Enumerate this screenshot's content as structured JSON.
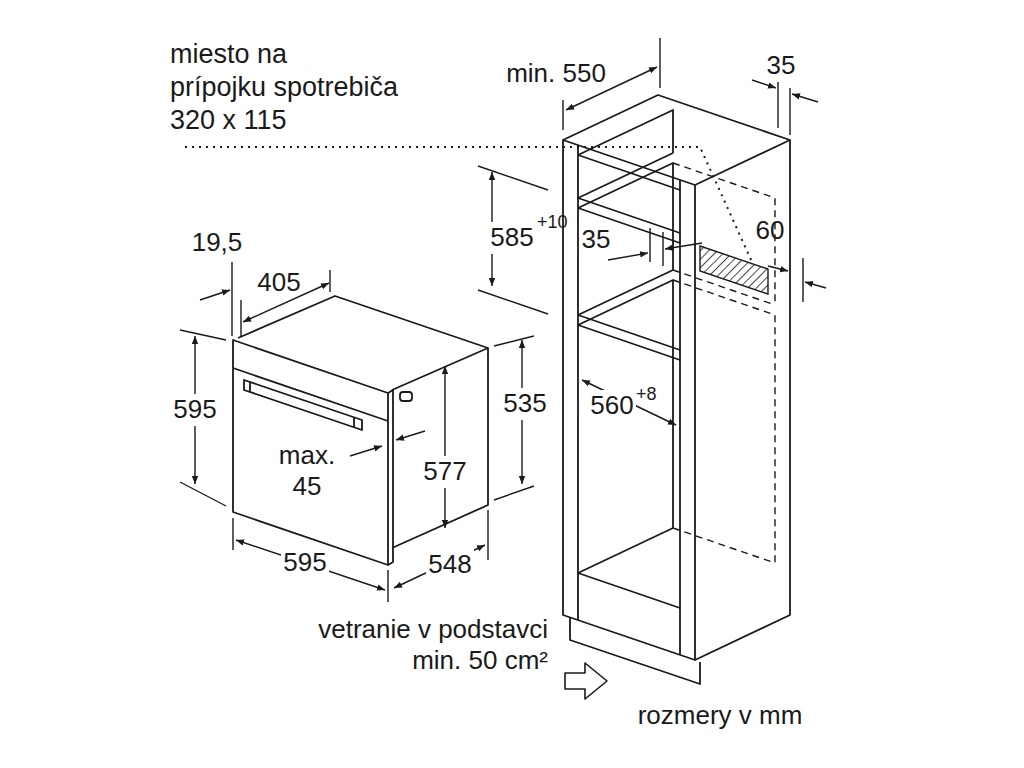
{
  "diagram": {
    "labels": [
      "miesto na prípojku spotrebiča 320 x 115",
      "min. 550",
      "35",
      "585",
      "+10",
      "35",
      "60",
      "560",
      "+8",
      "19,5",
      "405",
      "595",
      "535",
      "max. 45",
      "577",
      "595",
      "548",
      "vetranie v podstavci min. 50 cm²",
      "rozmery v mm"
    ]
  }
}
